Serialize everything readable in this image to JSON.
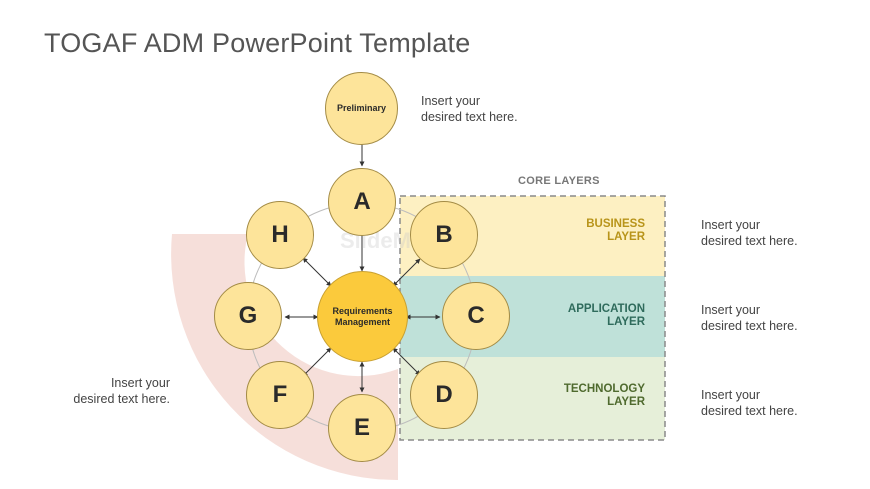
{
  "title": "TOGAF ADM PowerPoint Template",
  "core_layers": {
    "heading": "CORE LAYERS",
    "layers": [
      {
        "line1": "BUSINESS",
        "line2": "LAYER",
        "color": "#b8941a",
        "fill": "#fdf0c2"
      },
      {
        "line1": "APPLICATION",
        "line2": "LAYER",
        "color": "#2f6b5c",
        "fill": "#bfe1d9"
      },
      {
        "line1": "TECHNOLOGY",
        "line2": "LAYER",
        "color": "#4f6a2e",
        "fill": "#e6efd9"
      }
    ]
  },
  "nodes": {
    "preliminary": "Preliminary",
    "center_line1": "Requirements",
    "center_line2": "Management",
    "a": "A",
    "b": "B",
    "c": "C",
    "d": "D",
    "e": "E",
    "f": "F",
    "g": "G",
    "h": "H"
  },
  "notes": {
    "preliminary": {
      "line1": "Insert your",
      "line2": "desired text here."
    },
    "left": {
      "line1": "Insert your",
      "line2": "desired text here."
    },
    "business": {
      "line1": "Insert your",
      "line2": "desired text here."
    },
    "application": {
      "line1": "Insert your",
      "line2": "desired text here."
    },
    "technology": {
      "line1": "Insert your",
      "line2": "desired text here."
    }
  },
  "watermark": "SlideModel"
}
